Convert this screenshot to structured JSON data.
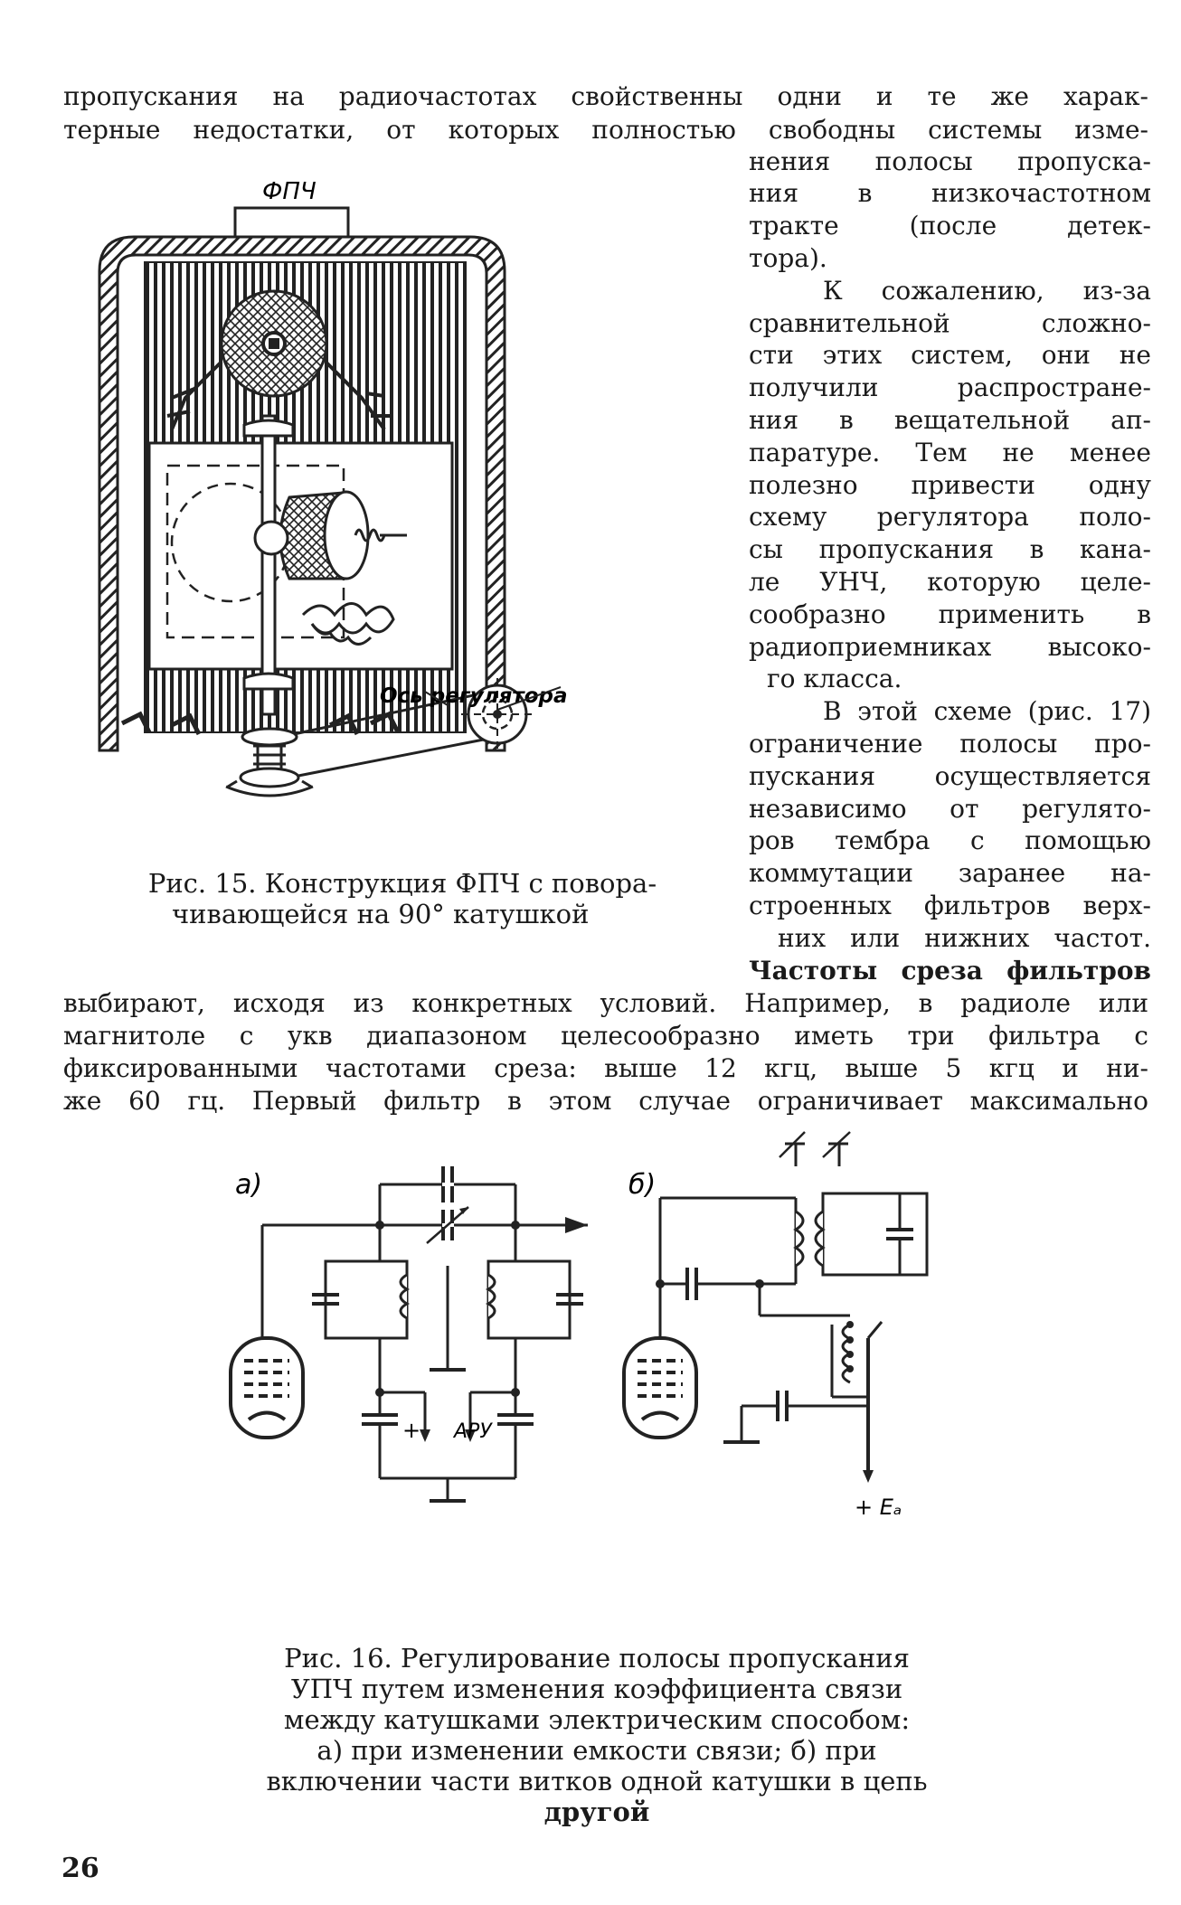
{
  "top_lines": [
    "пропускания на радиочастотах свойственны одни и те же харак-",
    "терные недостатки, от которых полностью свободны системы изме-"
  ],
  "column_lines": [
    "нения полосы пропуска-",
    "ния в низкочастотном",
    "тракте (после детек-",
    "тора).",
    "К сожалению, из-за",
    "сравнительной сложно-",
    "сти этих систем, они не",
    "получили распростране-",
    "ния в вещательной ап-",
    "паратуре. Тем не менее",
    "полезно привести одну",
    "схему регулятора поло-",
    "сы пропускания в кана-",
    "ле УНЧ, которую целе-",
    "сообразно применить в",
    "радиоприемниках высоко-",
    "го класса.",
    "В этой схеме (рис. 17)",
    "ограничение полосы про-",
    "пускания осуществляется",
    "независимо от регулято-",
    "ров тембра с помощью",
    "коммутации заранее на-",
    "строенных фильтров верх-",
    "них или нижних частот.",
    "Частоты среза фильтров"
  ],
  "bottom_lines": [
    "выбирают, исходя из конкретных условий. Например, в радиоле или",
    "магнитоле с укв диапазоном целесообразно иметь три фильтра с",
    "фиксированными частотами среза: выше 12 кгц, выше 5 кгц и ни-",
    "же 60 гц. Первый фильтр в этом случае ограничивает максимально"
  ],
  "fig15": {
    "label_fpch": "ФПЧ",
    "label_axis": "Ось регулятора",
    "caption_line1": "Рис. 15. Конструкция ФПЧ с повора-",
    "caption_line2": "чивающейся на 90° катушкой"
  },
  "fig16": {
    "label_a": "а)",
    "label_b": "б)",
    "label_plus": "+",
    "label_aru": "АРУ",
    "label_eb": "+ Eₐ",
    "caption_lines": [
      "Рис. 16. Регулирование полосы пропускания",
      "УПЧ путем изменения коэффициента связи",
      "между катушками электрическим способом:",
      "а) при изменении емкости связи; б) при",
      "включении части витков одной катушки в цепь",
      "другой"
    ]
  },
  "page_number": "26"
}
